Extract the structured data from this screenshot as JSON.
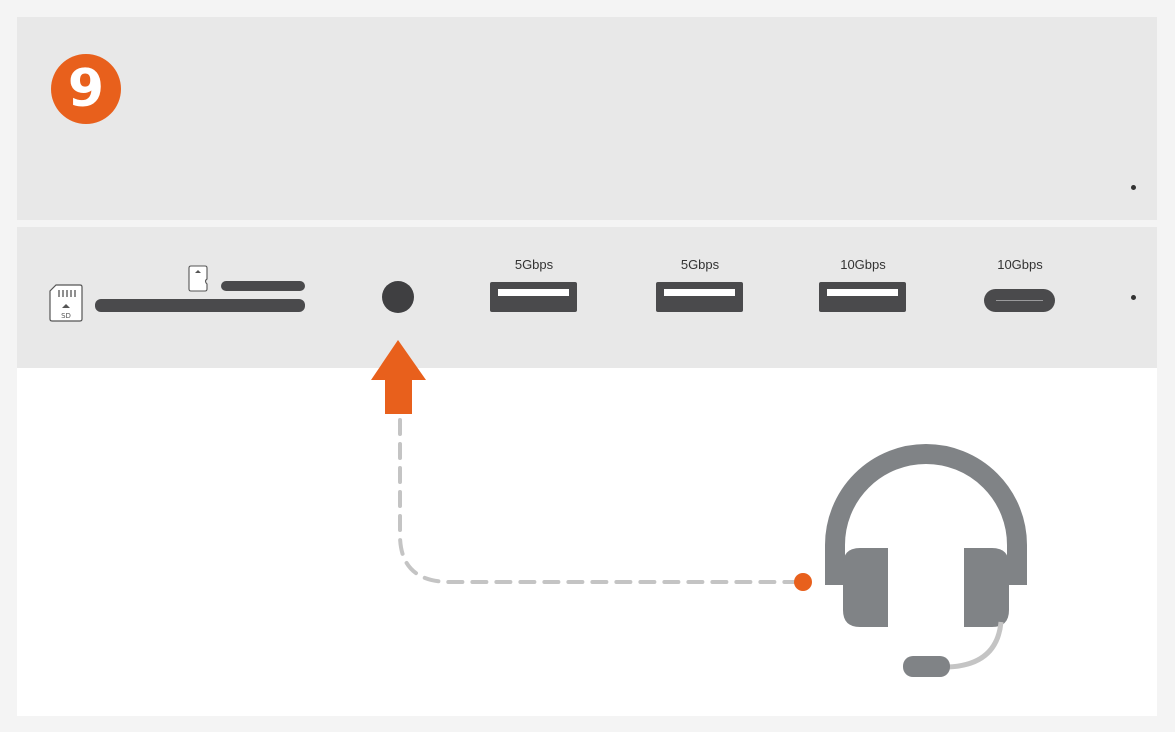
{
  "step": {
    "number": "9"
  },
  "ports": {
    "usb_a_1": {
      "label": "5Gbps"
    },
    "usb_a_2": {
      "label": "5Gbps"
    },
    "usb_a_3": {
      "label": "10Gbps"
    },
    "usb_c_1": {
      "label": "10Gbps"
    }
  },
  "sd_icon": {
    "label": "SD"
  },
  "icons": [
    "sd-card-icon",
    "microsd-card-icon",
    "headset-icon",
    "arrow-up-icon"
  ],
  "colors": {
    "accent": "#e8601c",
    "port": "#4a4a4c",
    "panel": "#e8e8e8",
    "headset": "#808386",
    "cable": "#c4c4c4"
  }
}
